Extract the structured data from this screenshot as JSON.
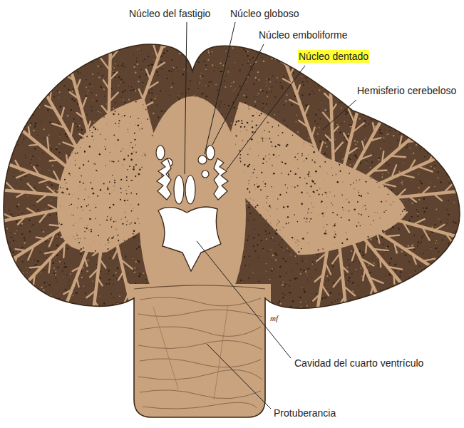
{
  "diagram": {
    "labels": [
      "Núcleo del fastigio",
      "Núcleo globoso",
      "Núcleo emboliforme",
      "Núcleo dentado",
      "Hemisferio cerebeloso",
      "Cavidad del cuarto ventrículo",
      "Protuberancia",
      "mf"
    ]
  }
}
